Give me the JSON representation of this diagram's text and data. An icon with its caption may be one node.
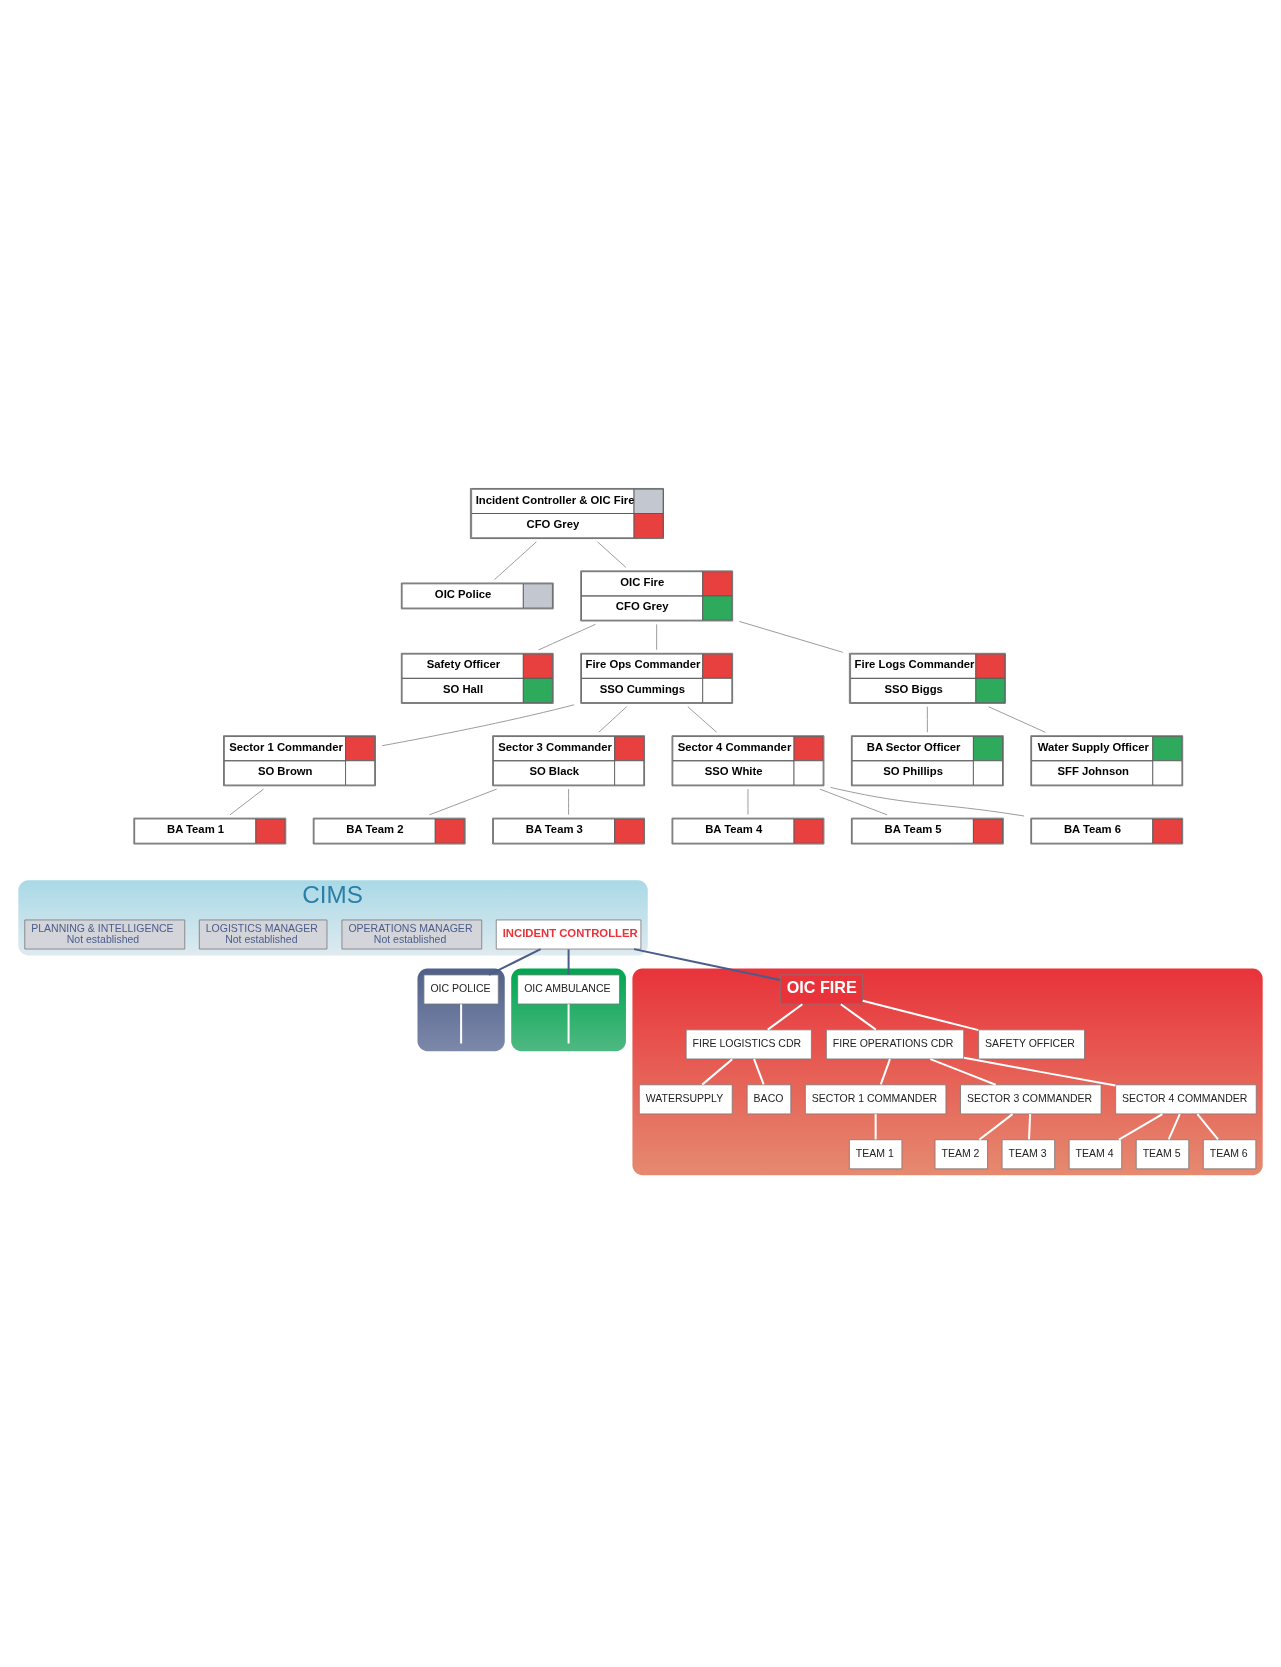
{
  "diagram": {
    "nodes": [
      {
        "text": [
          "Incident Controller & OIC Fire",
          "CFO Grey"
        ]
      },
      {
        "text": [
          "OIC Police"
        ]
      },
      {
        "text": [
          "OIC Fire",
          "CFO Grey"
        ]
      },
      {
        "text": [
          "Safety Officer",
          "SO Hall"
        ]
      },
      {
        "text": [
          "Fire Ops Commander",
          "SSO Cummings"
        ]
      },
      {
        "text": [
          "Fire Logs Commander",
          "SSO Biggs"
        ]
      },
      {
        "text": [
          "Sector 1 Commander",
          "SO Brown"
        ]
      },
      {
        "text": [
          "Sector 3 Commander",
          "SO Black"
        ]
      },
      {
        "text": [
          "Sector 4 Commander",
          "SSO White"
        ]
      },
      {
        "text": [
          "BA Team 1"
        ]
      },
      {
        "text": [
          "BA Team 2"
        ]
      },
      {
        "text": [
          "BA Team 3"
        ]
      },
      {
        "text": [
          "BA Team 4"
        ]
      },
      {
        "text": [
          "BA Team 5"
        ]
      },
      {
        "text": [
          "BA Team 6"
        ]
      },
      {
        "text": [
          "BA Sector Officer",
          "SO Phillips"
        ]
      },
      {
        "text": [
          "Water Supply Officer",
          "SFF Johnson"
        ]
      },
      {
        "text": [
          "CIMS"
        ]
      },
      {
        "text": [
          "INCIDENT CONTROLLER"
        ],
        "in": 17
      },
      {
        "text": [
          "OPERATIONS MANAGER",
          "Not established"
        ],
        "in": 17
      },
      {
        "text": [
          "LOGISTICS MANAGER",
          "Not established"
        ],
        "in": 17
      },
      {
        "text": [
          "PLANNING & INTELLIGENCE",
          "Not established"
        ],
        "in": 17
      },
      {
        "text": [],
        "shape": "band"
      },
      {
        "text": [
          "OIC POLICE"
        ],
        "in": 22
      },
      {
        "text": [],
        "shape": "band"
      },
      {
        "text": [
          "OIC AMBULANCE"
        ],
        "in": 24
      },
      {
        "text": [],
        "shape": "band"
      },
      {
        "text": [
          "OIC FIRE"
        ],
        "in": 26
      },
      {
        "text": [
          "FIRE LOGISTICS CDR"
        ],
        "in": 26
      },
      {
        "text": [
          "FIRE OPERATIONS CDR"
        ],
        "in": 26
      },
      {
        "text": [
          "SAFETY OFFICER"
        ],
        "in": 26
      },
      {
        "text": [
          "WATERSUPPLY"
        ],
        "in": 26
      },
      {
        "text": [
          "BACO"
        ],
        "in": 26
      },
      {
        "text": [
          "SECTOR 1 COMMANDER"
        ],
        "in": 26
      },
      {
        "text": [
          "TEAM 1"
        ],
        "in": 26
      },
      {
        "text": [
          "SECTOR 3 COMMANDER"
        ],
        "in": 26
      },
      {
        "text": [
          "TEAM 2"
        ],
        "in": 26
      },
      {
        "text": [
          "TEAM 3"
        ],
        "in": 26
      },
      {
        "text": [
          "SECTOR 4 COMMANDER"
        ],
        "in": 26
      },
      {
        "text": [
          "TEAM 4"
        ],
        "in": 26
      },
      {
        "text": [
          "TEAM 5"
        ],
        "in": 26
      },
      {
        "text": [
          "TEAM 6"
        ],
        "in": 26
      }
    ],
    "edges": [
      {
        "from": 0,
        "to": 1,
        "arrow": "none"
      },
      {
        "from": 0,
        "to": 2,
        "arrow": "none"
      },
      {
        "from": 2,
        "to": 3,
        "arrow": "none"
      },
      {
        "from": 2,
        "to": 4,
        "arrow": "none"
      },
      {
        "from": 2,
        "to": 5,
        "arrow": "none"
      },
      {
        "from": 4,
        "to": 6,
        "arrow": "none"
      },
      {
        "from": 4,
        "to": 7,
        "arrow": "none"
      },
      {
        "from": 4,
        "to": 8,
        "arrow": "none"
      },
      {
        "from": 6,
        "to": 9,
        "arrow": "none"
      },
      {
        "from": 7,
        "to": 10,
        "arrow": "none"
      },
      {
        "from": 7,
        "to": 11,
        "arrow": "none"
      },
      {
        "from": 8,
        "to": 12,
        "arrow": "none"
      },
      {
        "from": 8,
        "to": 13,
        "arrow": "none"
      },
      {
        "from": 8,
        "to": 14,
        "arrow": "none"
      },
      {
        "from": 5,
        "to": 15,
        "arrow": "none"
      },
      {
        "from": 5,
        "to": 16,
        "arrow": "none"
      },
      {
        "from": 18,
        "to": 23,
        "arrow": "none",
        "color": "#4a5d8a"
      },
      {
        "from": 18,
        "to": 25,
        "arrow": "none",
        "color": "#4a5d8a"
      },
      {
        "from": 18,
        "to": 27,
        "arrow": "none",
        "color": "#4a5d8a"
      },
      {
        "from": 23,
        "to": 22,
        "arrow": "none",
        "color": "#ffffff"
      },
      {
        "from": 25,
        "to": 24,
        "arrow": "none",
        "color": "#ffffff"
      },
      {
        "from": 27,
        "to": 28,
        "arrow": "none",
        "color": "#ffffff"
      },
      {
        "from": 27,
        "to": 29,
        "arrow": "none",
        "color": "#ffffff"
      },
      {
        "from": 27,
        "to": 30,
        "arrow": "none",
        "color": "#ffffff"
      },
      {
        "from": 28,
        "to": 31,
        "arrow": "none",
        "color": "#ffffff"
      },
      {
        "from": 28,
        "to": 32,
        "arrow": "none",
        "color": "#ffffff"
      },
      {
        "from": 29,
        "to": 33,
        "arrow": "none",
        "color": "#ffffff"
      },
      {
        "from": 29,
        "to": 35,
        "arrow": "none",
        "color": "#ffffff"
      },
      {
        "from": 29,
        "to": 38,
        "arrow": "none",
        "color": "#ffffff"
      },
      {
        "from": 33,
        "to": 34,
        "arrow": "none",
        "color": "#ffffff"
      },
      {
        "from": 35,
        "to": 36,
        "arrow": "none",
        "color": "#ffffff"
      },
      {
        "from": 35,
        "to": 37,
        "arrow": "none",
        "color": "#ffffff"
      },
      {
        "from": 38,
        "to": 39,
        "arrow": "none",
        "color": "#ffffff"
      },
      {
        "from": 38,
        "to": 40,
        "arrow": "none",
        "color": "#ffffff"
      },
      {
        "from": 38,
        "to": 41,
        "arrow": "none",
        "color": "#ffffff"
      }
    ]
  }
}
